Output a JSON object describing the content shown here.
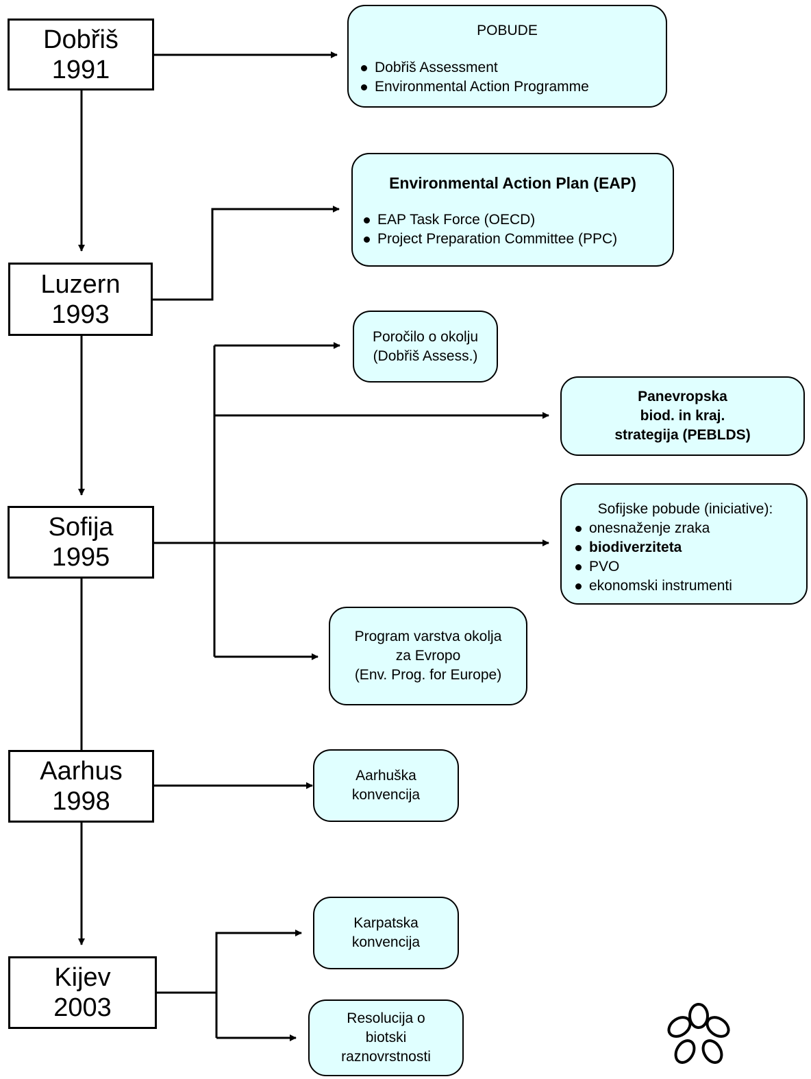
{
  "conferences": [
    {
      "city": "Dobřiš",
      "year": "1991"
    },
    {
      "city": "Luzern",
      "year": "1993"
    },
    {
      "city": "Sofija",
      "year": "1995"
    },
    {
      "city": "Aarhus",
      "year": "1998"
    },
    {
      "city": "Kijev",
      "year": "2003"
    }
  ],
  "boxes": {
    "pobude": {
      "title": "POBUDE",
      "items": [
        "Dobřiš Assessment",
        "Environmental Action Programme"
      ]
    },
    "eap": {
      "title": "Environmental Action Plan (EAP)",
      "items": [
        "EAP Task Force (OECD)",
        "Project Preparation Committee (PPC)"
      ]
    },
    "porocilo": {
      "line1": "Poročilo o okolju",
      "line2": "(Dobřiš Assess.)"
    },
    "peblds": {
      "line1": "Panevropska",
      "line2": "biod. in kraj.",
      "line3": "strategija (PEBLDS)"
    },
    "sofijske": {
      "title": "Sofijske pobude (iniciative):",
      "items": [
        "onesnaženje zraka",
        "biodiverziteta",
        "PVO",
        "ekonomski instrumenti"
      ]
    },
    "program": {
      "line1": "Program varstva okolja",
      "line2": "za Evropo",
      "line3": "(Env. Prog. for Europe)"
    },
    "aarhuska": {
      "line1": "Aarhuška",
      "line2": "konvencija"
    },
    "karpatska": {
      "line1": "Karpatska",
      "line2": "konvencija"
    },
    "resolucija": {
      "line1": "Resolucija o",
      "line2": "biotski",
      "line3": "raznovrstnosti"
    }
  }
}
